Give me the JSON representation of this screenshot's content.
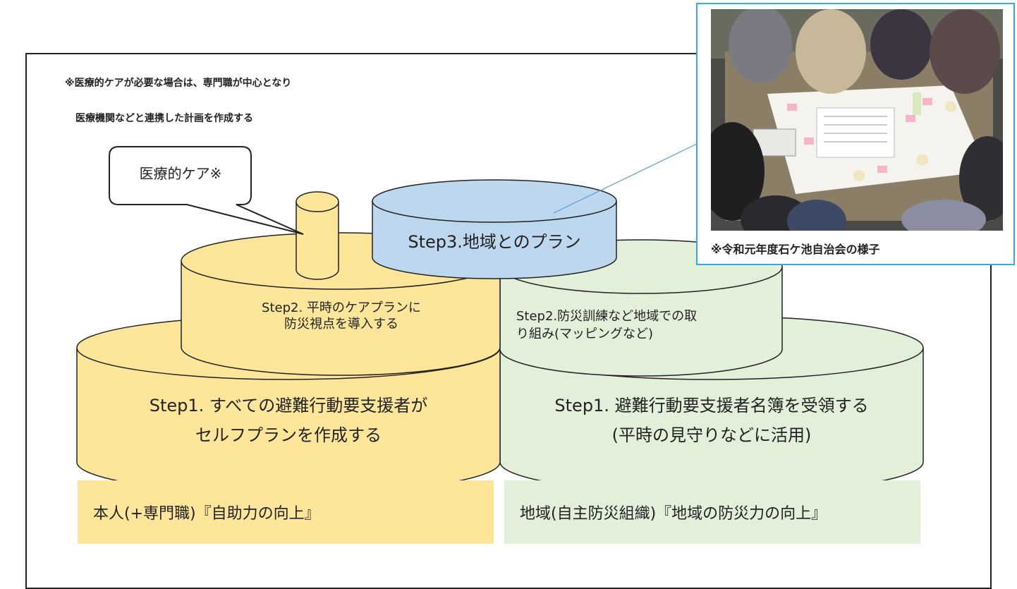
{
  "notes": {
    "line1": "※医療的ケアが必要な場合は、専門職が中心となり",
    "line2": "医療機関などと連携した計画を作成する"
  },
  "callout": {
    "text": "医療的ケア※"
  },
  "tiers": {
    "step3": "Step3.地域とのプラン",
    "step2_left": [
      "Step2. 平時のケアプランに",
      "防災視点を導入する"
    ],
    "step2_right": [
      "Step2.防災訓練など地域での取",
      "り組み(マッピングなど)"
    ],
    "step1_left": [
      "Step1. すべての避難行動要支援者が",
      "セルフプランを作成する"
    ],
    "step1_right": [
      "Step1. 避難行動要支援者名簿を受領する",
      "(平時の見守りなどに活用)"
    ]
  },
  "bands": {
    "left": "本人(+専門職)『自助力の向上』",
    "right": "地域(自主防災組織)『地域の防災力の向上』"
  },
  "photo": {
    "caption": "※令和元年度石ケ池自治会の様子"
  },
  "colors": {
    "yellow_fill": "#fde59a",
    "green_fill": "#e2efd9",
    "blue_fill": "#bdd7ee",
    "photo_border": "#36a9e1"
  }
}
